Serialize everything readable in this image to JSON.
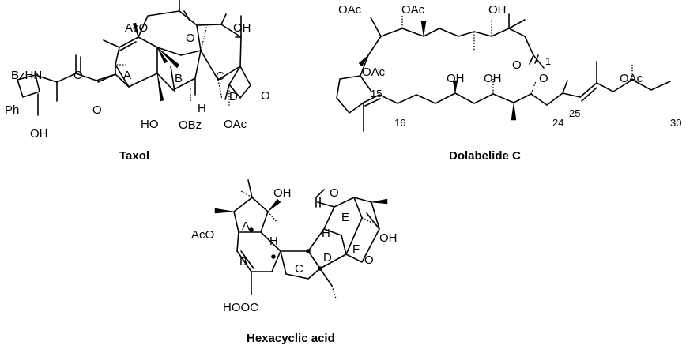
{
  "molecules": [
    {
      "name": "Taxol",
      "labels": [
        "AcO",
        "O",
        "OH",
        "BzHN",
        "O",
        "A",
        "B",
        "C",
        "D",
        "Ph",
        "O",
        "H",
        "O",
        "OH",
        "HO",
        "OBz",
        "OAc"
      ]
    },
    {
      "name": "Dolabelide C",
      "labels": [
        "OAc",
        "OAc",
        "OH",
        "O",
        "1",
        "OAc",
        "OH",
        "OH",
        "O",
        "OAc",
        "15",
        "16",
        "24",
        "25",
        "30"
      ]
    },
    {
      "name": "Hexacyclic acid",
      "labels": [
        "OH",
        "O",
        "A",
        "AcO",
        "E",
        "H",
        "OH",
        "B",
        "H",
        "D",
        "F",
        "O",
        "C",
        "HOOC"
      ]
    }
  ]
}
